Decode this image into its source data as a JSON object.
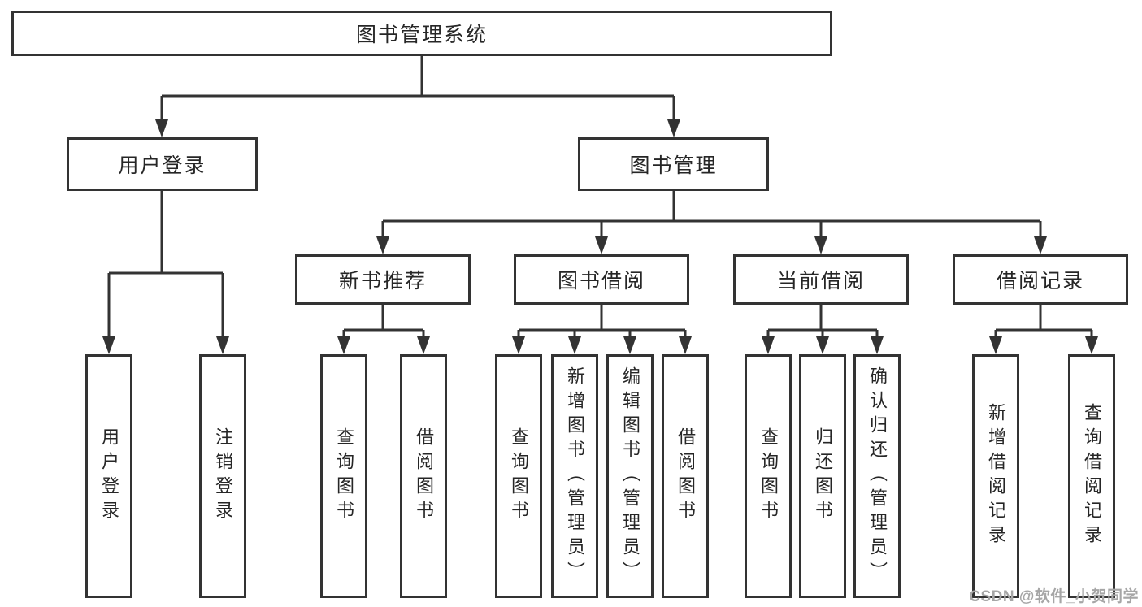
{
  "diagram": {
    "title": "图书管理系统",
    "root": {
      "label": "图书管理系统"
    },
    "branches": [
      {
        "label": "用户登录",
        "children": [
          {
            "label": "用户登录"
          },
          {
            "label": "注销登录"
          }
        ]
      },
      {
        "label": "图书管理",
        "children": [
          {
            "label": "新书推荐",
            "children": [
              {
                "label": "查询图书"
              },
              {
                "label": "借阅图书"
              }
            ]
          },
          {
            "label": "图书借阅",
            "children": [
              {
                "label": "查询图书"
              },
              {
                "label": "新增图书（管理员）"
              },
              {
                "label": "编辑图书（管理员）"
              },
              {
                "label": "借阅图书"
              }
            ]
          },
          {
            "label": "当前借阅",
            "children": [
              {
                "label": "查询图书"
              },
              {
                "label": "归还图书"
              },
              {
                "label": "确认归还（管理员）"
              }
            ]
          },
          {
            "label": "借阅记录",
            "children": [
              {
                "label": "新增借阅记录"
              },
              {
                "label": "查询借阅记录"
              }
            ]
          }
        ]
      }
    ]
  },
  "watermark": {
    "text": "CSDN @软件_小贺同学"
  },
  "colors": {
    "background": "#ffffff",
    "box_bg": "#ffffff",
    "box_border": "#333333",
    "line": "#333333",
    "arrow": "#333333",
    "text": "#262626",
    "watermark": "#a6a6a6"
  }
}
